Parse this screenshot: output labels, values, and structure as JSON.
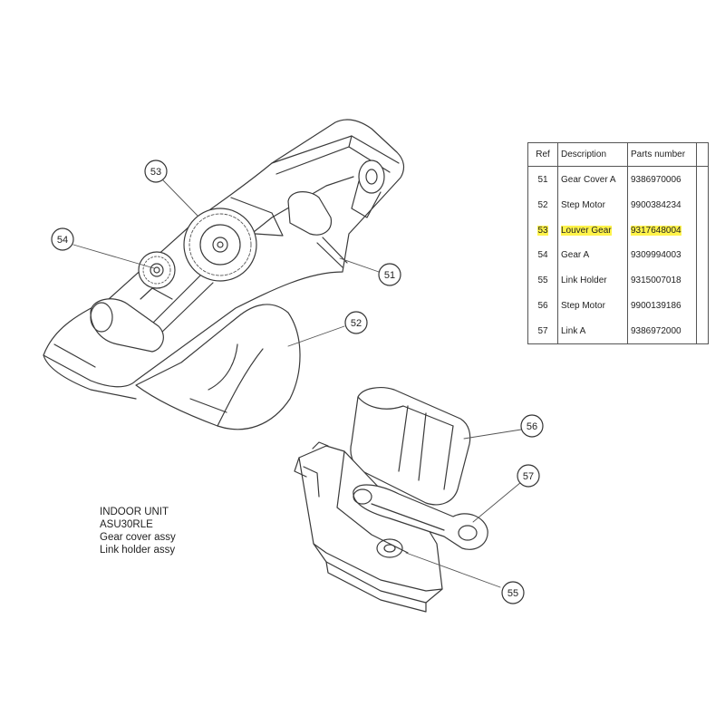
{
  "caption": {
    "line1": "INDOOR UNIT",
    "line2": "ASU30RLE",
    "line3": "Gear cover assy",
    "line4": "Link holder assy"
  },
  "parts_table": {
    "headers": {
      "ref": "Ref",
      "description": "Description",
      "part_number": "Parts number"
    },
    "rows": [
      {
        "ref": "51",
        "description": "Gear Cover A",
        "part_number": "9386970006",
        "highlighted": false
      },
      {
        "ref": "52",
        "description": "Step Motor",
        "part_number": "9900384234",
        "highlighted": false
      },
      {
        "ref": "53",
        "description": "Louver Gear",
        "part_number": "9317648004",
        "highlighted": true
      },
      {
        "ref": "54",
        "description": "Gear A",
        "part_number": "9309994003",
        "highlighted": false
      },
      {
        "ref": "55",
        "description": "Link Holder",
        "part_number": "9315007018",
        "highlighted": false
      },
      {
        "ref": "56",
        "description": "Step Motor",
        "part_number": "9900139186",
        "highlighted": false
      },
      {
        "ref": "57",
        "description": "Link A",
        "part_number": "9386972000",
        "highlighted": false
      }
    ]
  },
  "callouts": {
    "c51": "51",
    "c52": "52",
    "c53": "53",
    "c54": "54",
    "c55": "55",
    "c56": "56",
    "c57": "57"
  },
  "colors": {
    "highlight": "#fff34a",
    "linework": "#3a3a3a"
  }
}
